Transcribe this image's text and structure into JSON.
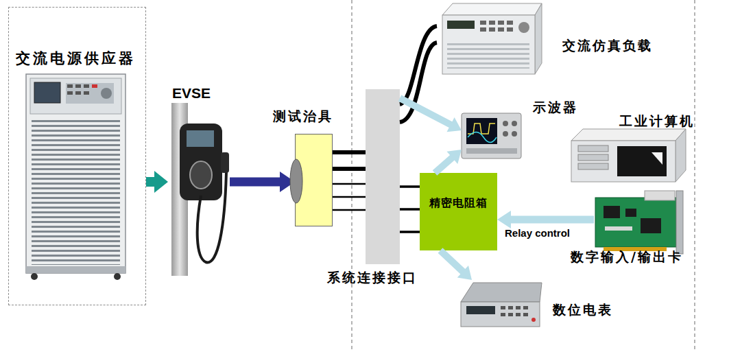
{
  "diagram": {
    "nodes": [
      {
        "text": [
          "交流电源供应器"
        ]
      },
      {
        "text": [
          "EVSE"
        ]
      },
      {
        "text": [
          "测试治具"
        ]
      },
      {
        "text": [
          "系统连接接口"
        ]
      },
      {
        "text": [
          "交流仿真负载"
        ]
      },
      {
        "text": [
          "示波器"
        ]
      },
      {
        "text": [
          "工业计算机"
        ]
      },
      {
        "text": [
          "精密电阻箱"
        ]
      },
      {
        "text": [
          "数字输入/输出卡"
        ]
      },
      {
        "text": [
          "数位电表"
        ]
      }
    ],
    "edges": [
      {
        "from": 0,
        "to": 1,
        "arrow": "to"
      },
      {
        "from": 1,
        "to": 2,
        "arrow": "to"
      },
      {
        "from": 2,
        "to": 3,
        "arrow": "none"
      },
      {
        "from": 3,
        "to": 4,
        "arrow": "none"
      },
      {
        "from": 3,
        "to": 5,
        "arrow": "to"
      },
      {
        "from": 7,
        "to": 5,
        "arrow": "to"
      },
      {
        "from": 3,
        "to": 7,
        "arrow": "none"
      },
      {
        "from": 8,
        "to": 7,
        "label": "Relay control",
        "arrow": "to"
      },
      {
        "from": 7,
        "to": 9,
        "arrow": "to"
      }
    ]
  }
}
